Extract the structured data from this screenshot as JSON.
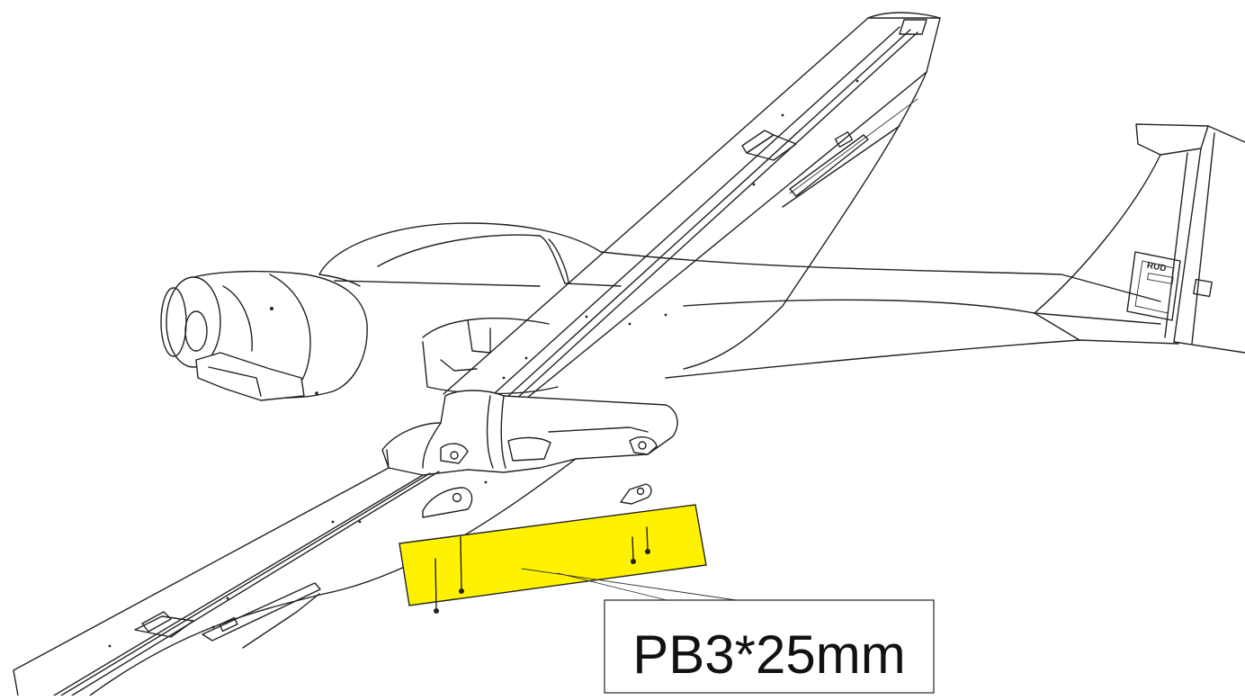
{
  "diagram": {
    "callout": {
      "label": "PB3*25mm"
    },
    "rudder_label": "RUD",
    "highlight_color": "#FFF200",
    "line_color": "#222222",
    "screw_count": 4
  }
}
